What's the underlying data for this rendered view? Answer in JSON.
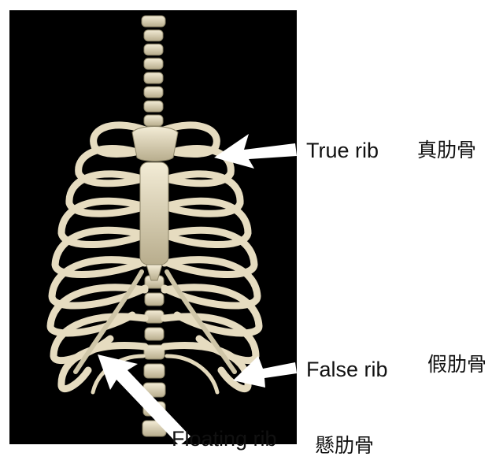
{
  "diagram": {
    "labels": [
      {
        "id": "true-rib",
        "en": "True rib",
        "zh": "真肋骨"
      },
      {
        "id": "false-rib",
        "en": "False rib",
        "zh": "假肋骨"
      },
      {
        "id": "floating-rib",
        "en": "Floating rib",
        "zh": "懸肋骨"
      }
    ]
  },
  "colors": {
    "background": "#000000",
    "bone": "#e6dcc0",
    "bone_shadow": "#a79d7f",
    "arrow": "#ffffff"
  }
}
